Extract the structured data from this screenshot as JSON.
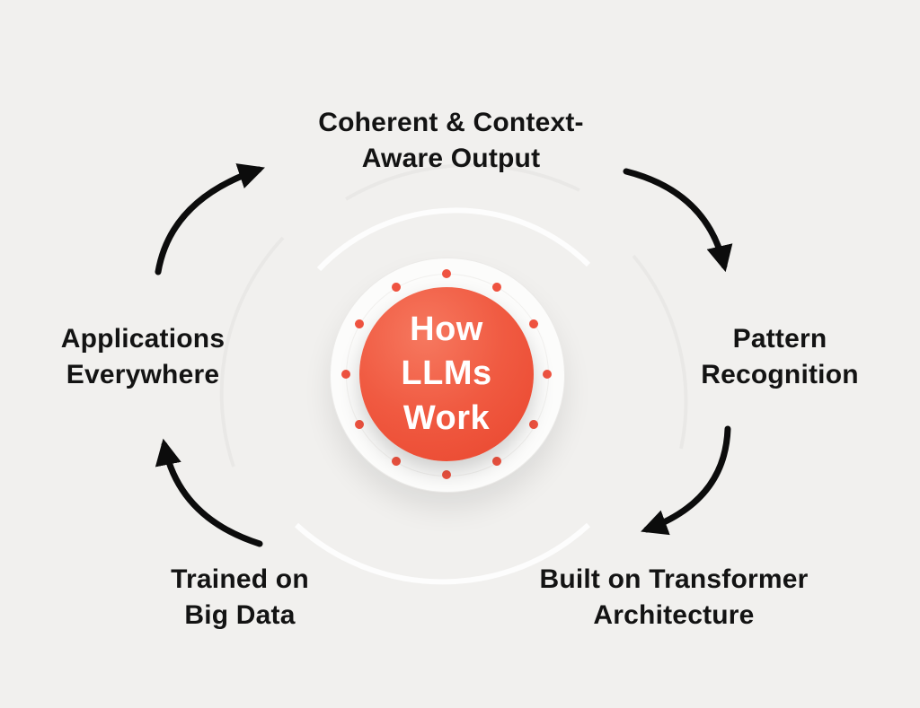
{
  "diagram": {
    "hub": {
      "label": "How LLMs Work",
      "line1": "How",
      "line2": "LLMs",
      "line3": "Work"
    },
    "nodes": [
      {
        "id": "coherent-context-aware-output",
        "label": "Coherent & Context-Aware Output",
        "line1": "Coherent & Context-",
        "line2": "Aware Output"
      },
      {
        "id": "pattern-recognition",
        "label": "Pattern Recognition",
        "line1": "Pattern",
        "line2": "Recognition"
      },
      {
        "id": "built-on-transformer-architecture",
        "label": "Built on Transformer Architecture",
        "line1": "Built on Transformer",
        "line2": "Architecture"
      },
      {
        "id": "trained-on-big-data",
        "label": "Trained on Big Data",
        "line1": "Trained on",
        "line2": "Big Data"
      },
      {
        "id": "applications-everywhere",
        "label": "Applications Everywhere",
        "line1": "Applications",
        "line2": "Everywhere"
      }
    ],
    "arrows": [
      {
        "from": "applications-everywhere",
        "to": "coherent-context-aware-output"
      },
      {
        "from": "coherent-context-aware-output",
        "to": "pattern-recognition"
      },
      {
        "from": "pattern-recognition",
        "to": "built-on-transformer-architecture"
      },
      {
        "from": "trained-on-big-data",
        "to": "applications-everywhere"
      }
    ],
    "colors": {
      "accent": "#EF5340",
      "background": "#F1F0EE",
      "arrow": "#0C0C0C",
      "text": "#131313",
      "hub_text": "#FFFFFF"
    }
  }
}
